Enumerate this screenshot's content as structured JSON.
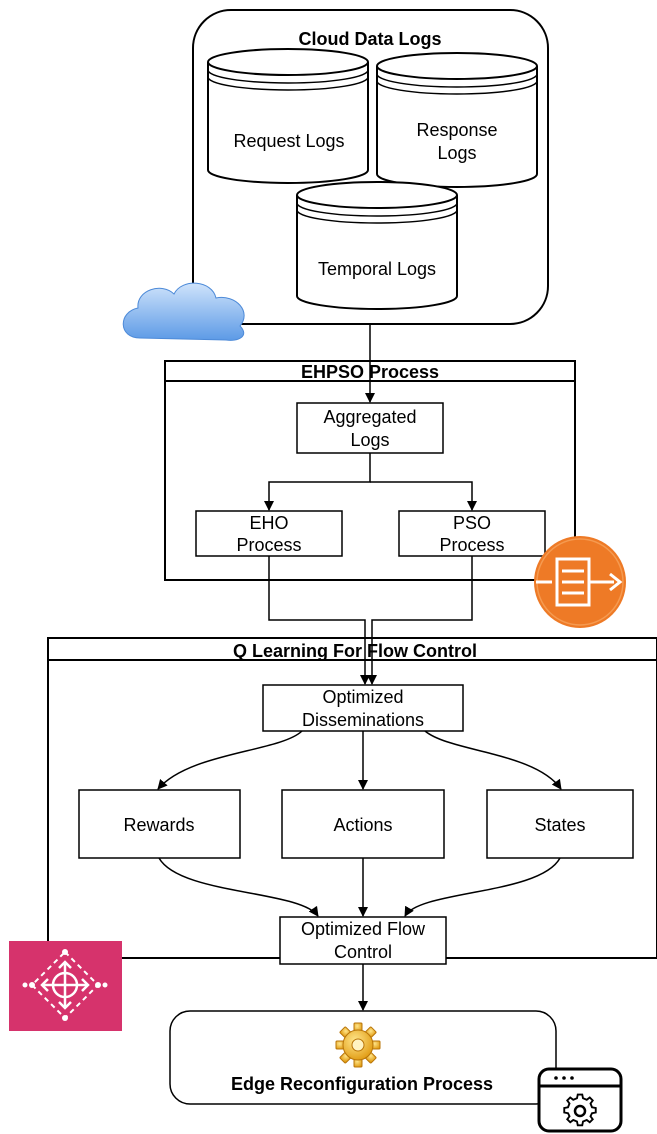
{
  "cloud_logs": {
    "title": "Cloud Data Logs",
    "request": "Request Logs",
    "response_1": "Response",
    "response_2": "Logs",
    "temporal": "Temporal Logs"
  },
  "ehpso": {
    "title": "EHPSO Process",
    "aggregated_1": "Aggregated",
    "aggregated_2": "Logs",
    "eho_1": "EHO",
    "eho_2": "Process",
    "pso_1": "PSO",
    "pso_2": "Process"
  },
  "qlearning": {
    "title": "Q Learning For Flow Control",
    "optimized_1": "Optimized",
    "optimized_2": "Disseminations",
    "rewards": "Rewards",
    "actions": "Actions",
    "states": "States",
    "flow_1": "Optimized Flow",
    "flow_2": "Control"
  },
  "edge": {
    "title": "Edge Reconfiguration Process"
  },
  "icons": {
    "cloud": "cloud-icon",
    "queue": "queue-icon",
    "gateway": "gateway-icon",
    "gear": "gear-icon",
    "settings_window": "settings-window-icon"
  },
  "colors": {
    "cloud_blue": "#7fb3f0",
    "queue_orange": "#ee7a26",
    "gateway_pink": "#d6336c",
    "gear_gold": "#f2b01e"
  }
}
